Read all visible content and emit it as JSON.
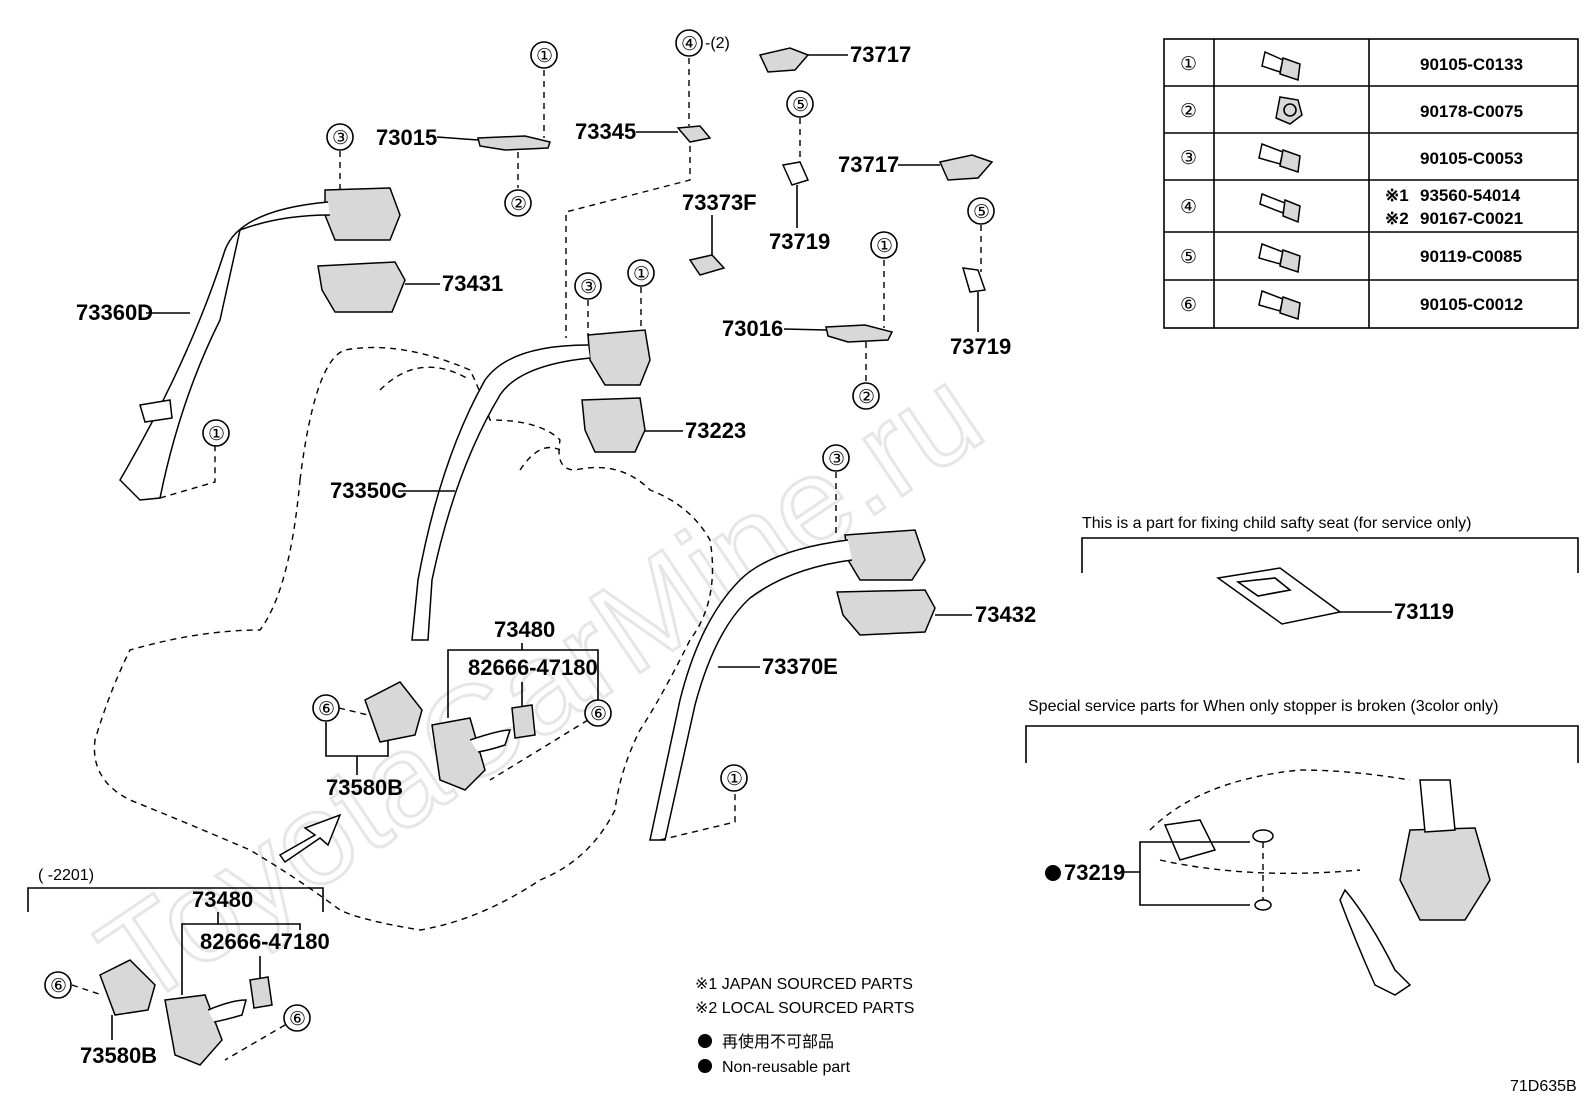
{
  "watermark": "ToyotaCarMine.ru",
  "part_labels": {
    "p73015": "73015",
    "p73345": "73345",
    "p73717a": "73717",
    "p73717b": "73717",
    "p73373f": "73373F",
    "p73719a": "73719",
    "p73719b": "73719",
    "p73016": "73016",
    "p73360d": "73360D",
    "p73431": "73431",
    "p73223": "73223",
    "p73350c": "73350C",
    "p73480a": "73480",
    "p82666a": "82666-47180",
    "p73580ba": "73580B",
    "p73370e": "73370E",
    "p73432": "73432",
    "p73119": "73119",
    "p73219": "73219",
    "p73480b": "73480",
    "p82666b": "82666-47180",
    "p73580bb": "73580B",
    "p4suffix": "-(2)"
  },
  "callouts": {
    "c1": "①",
    "c2": "②",
    "c3": "③",
    "c4": "④",
    "c5": "⑤",
    "c6": "⑥"
  },
  "table": [
    {
      "num": "①",
      "part": "90105-C0133"
    },
    {
      "num": "②",
      "part": "90178-C0075"
    },
    {
      "num": "③",
      "part": "90105-C0053"
    },
    {
      "num": "④",
      "part": "93560-54014",
      "part2": "90167-C0021",
      "mark1": "※1",
      "mark2": "※2"
    },
    {
      "num": "⑤",
      "part": "90119-C0085"
    },
    {
      "num": "⑥",
      "part": "90105-C0012"
    }
  ],
  "child_seat_note": "This is a part for fixing child safty seat (for service only)",
  "stopper_note": "Special service parts for When only stopper is broken (3color only)",
  "range_label": "(      -2201)",
  "legend": {
    "note1": "※1 JAPAN SOURCED PARTS",
    "note2": "※2 LOCAL SOURCED PARTS",
    "nonreuse_jp": "再使用不可部品",
    "nonreuse_en": "Non-reusable part"
  },
  "diagram_code": "71D635B"
}
